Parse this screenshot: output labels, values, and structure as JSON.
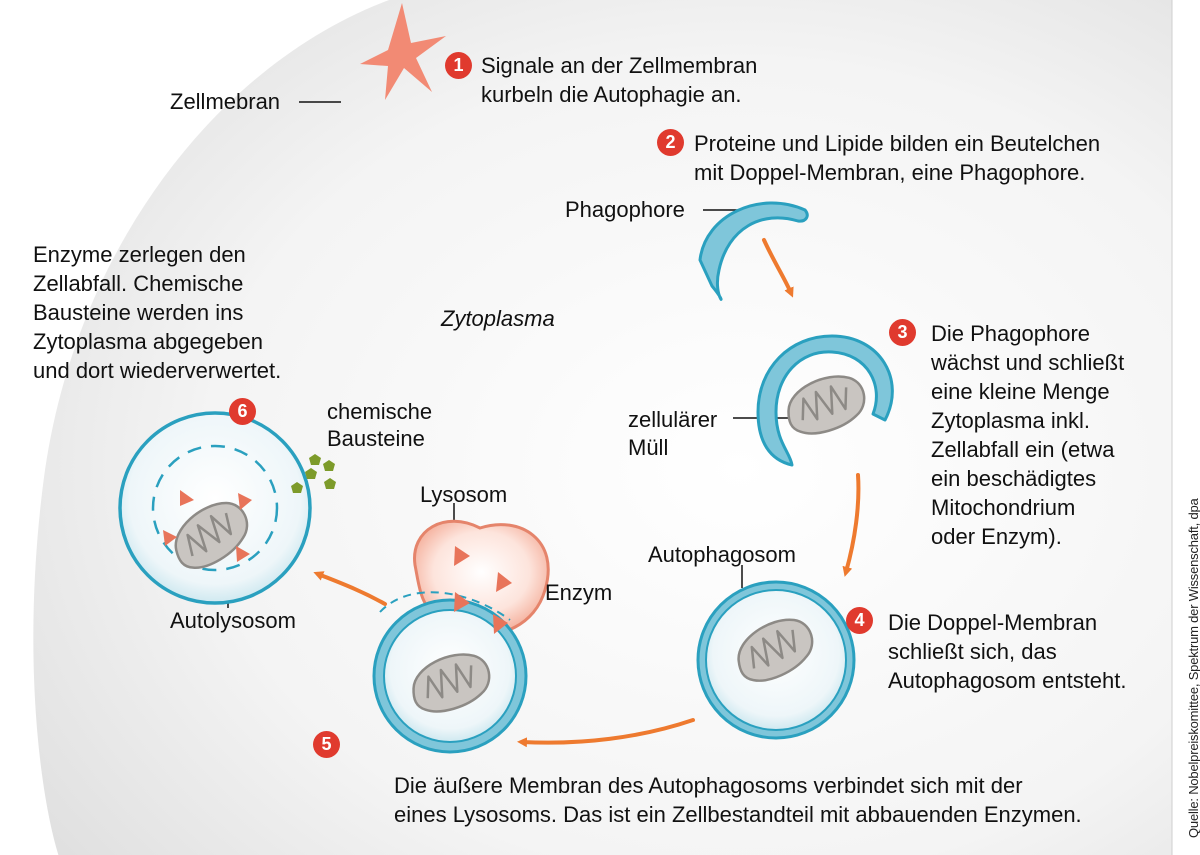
{
  "labels": {
    "zellmembran": "Zellmebran",
    "zytoplasma": "Zytoplasma",
    "phagophore": "Phagophore",
    "zellulaerer_muell": [
      "zellulärer",
      "Müll"
    ],
    "autophagosom": "Autophagosom",
    "lysosom": "Lysosom",
    "enzym": "Enzym",
    "autolysosom": "Autolysosom",
    "chemische_bausteine": [
      "chemische",
      "Bausteine"
    ]
  },
  "steps": [
    {
      "number": "1",
      "lines": [
        "Signale an der Zellmembran",
        "kurbeln die Autophagie an."
      ]
    },
    {
      "number": "2",
      "lines": [
        "Proteine und Lipide bilden ein Beutelchen",
        "mit Doppel-Membran, eine Phagophore."
      ]
    },
    {
      "number": "3",
      "lines": [
        "Die Phagophore",
        "wächst und schließt",
        "eine kleine Menge",
        "Zytoplasma inkl.",
        "Zellabfall ein (etwa",
        "ein beschädigtes",
        "Mitochondrium",
        "oder Enzym)."
      ]
    },
    {
      "number": "4",
      "lines": [
        "Die Doppel-Membran",
        "schließt sich, das",
        "Autophagosom entsteht."
      ]
    },
    {
      "number": "5",
      "lines": [
        "Die äußere Membran des Autophagosoms verbindet sich mit der",
        "eines Lysosoms. Das ist ein Zellbestandteil mit abbauenden Enzymen."
      ]
    },
    {
      "number": "6",
      "lines": [
        "Enzyme zerlegen den",
        "Zellabfall. Chemische",
        "Bausteine werden ins",
        "Zytoplasma abgegeben",
        "und dort wiederverwertet."
      ]
    }
  ],
  "source": "Quelle: Nobelpreiskomittee, Spektrum der Wissenschaft, dpa",
  "colors": {
    "badge": "#e03a2e",
    "arrow": "#ee7a2f",
    "membrane": "#2aa0bf",
    "lysosome": "#f3a58f",
    "mitochondrion": "#8d8a86"
  }
}
